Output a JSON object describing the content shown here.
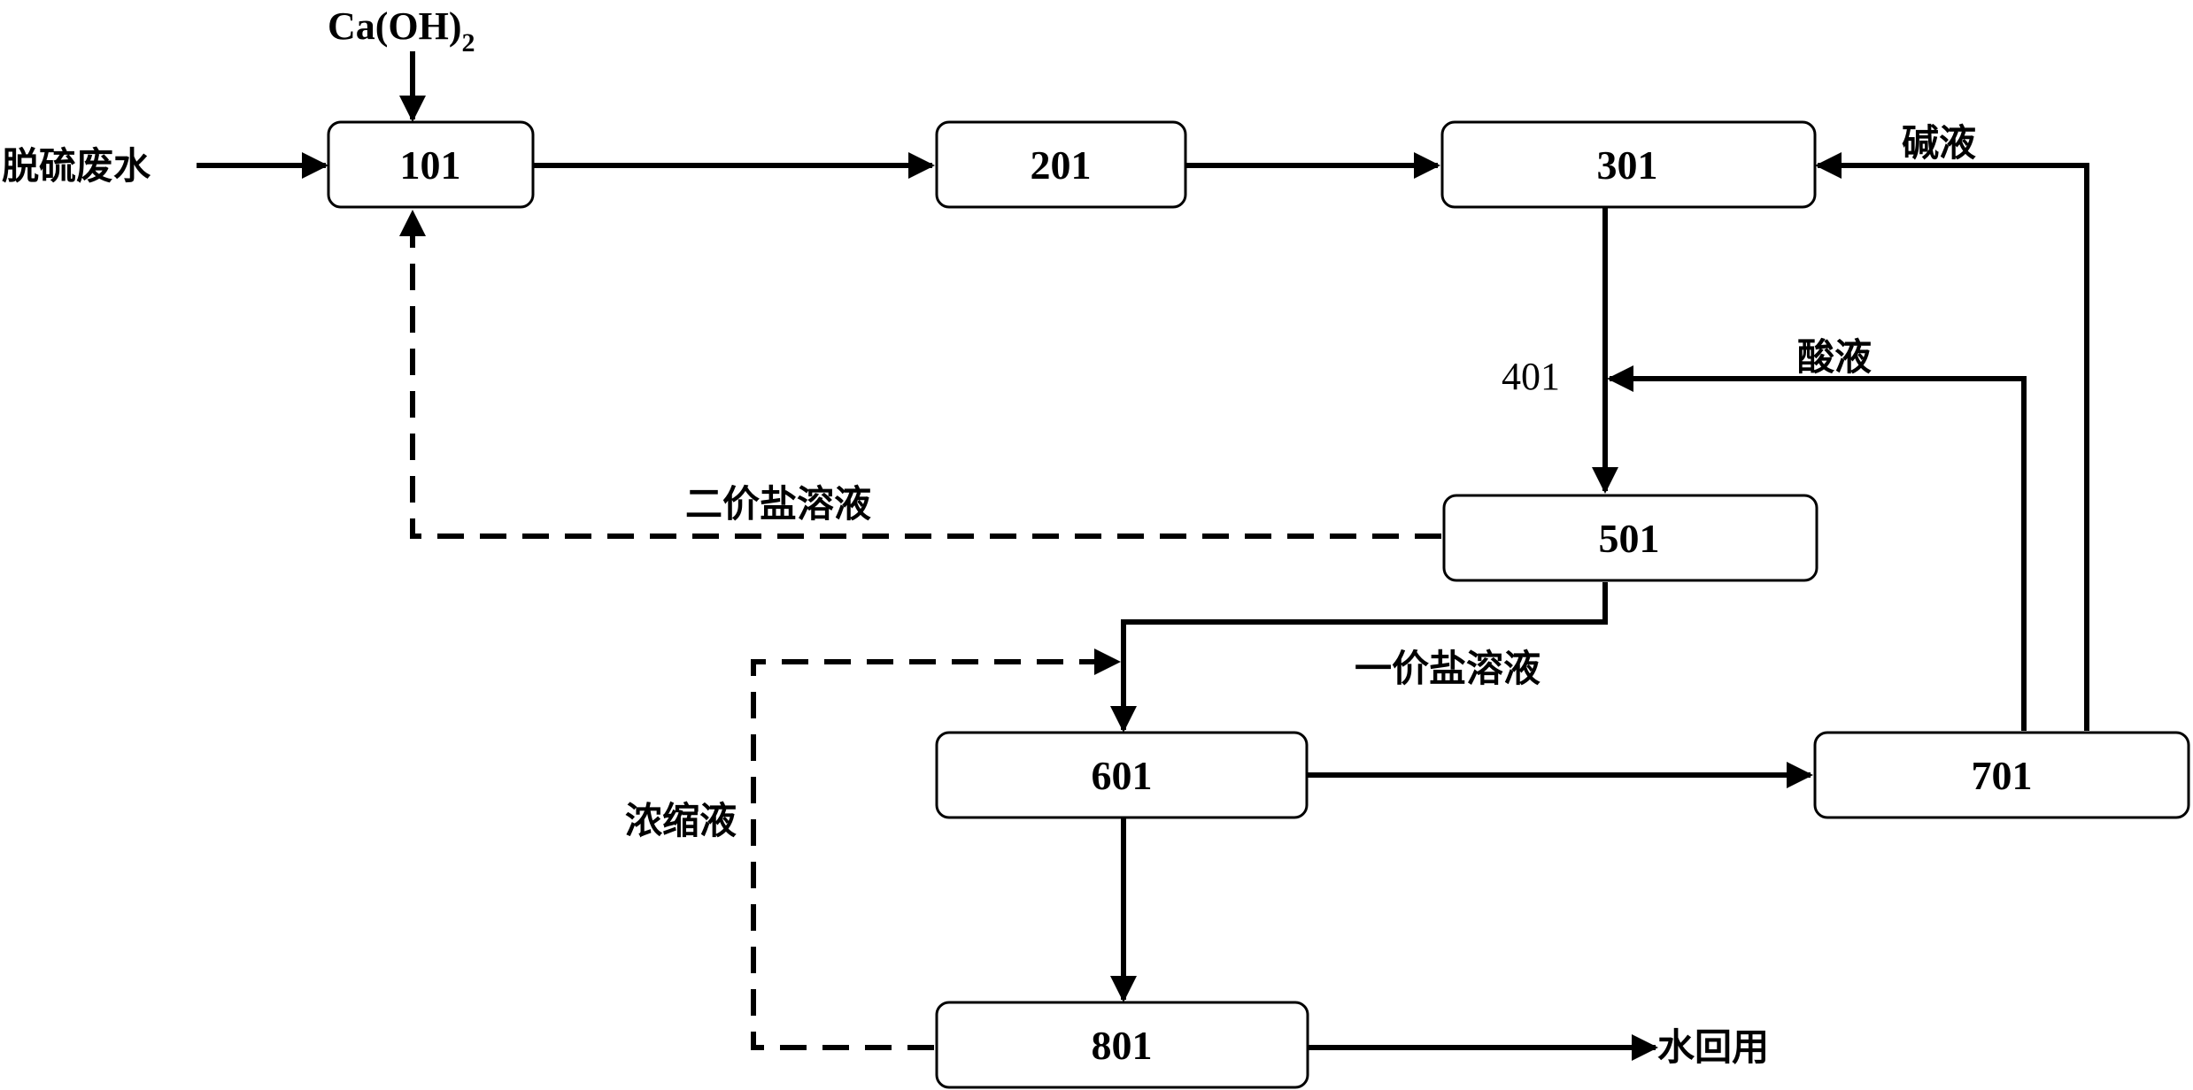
{
  "units": {
    "u101": "101",
    "u201": "201",
    "u301": "301",
    "u401": "401",
    "u501": "501",
    "u601": "601",
    "u701": "701",
    "u801": "801"
  },
  "labels": {
    "inlet": "脱硫废水",
    "reagent_main": "Ca(OH)",
    "reagent_sub": "2",
    "alkali": "碱液",
    "acid": "酸液",
    "divalent": "二价盐溶液",
    "monovalent": "一价盐溶液",
    "concentrate": "浓缩液",
    "reuse": "水回用"
  }
}
